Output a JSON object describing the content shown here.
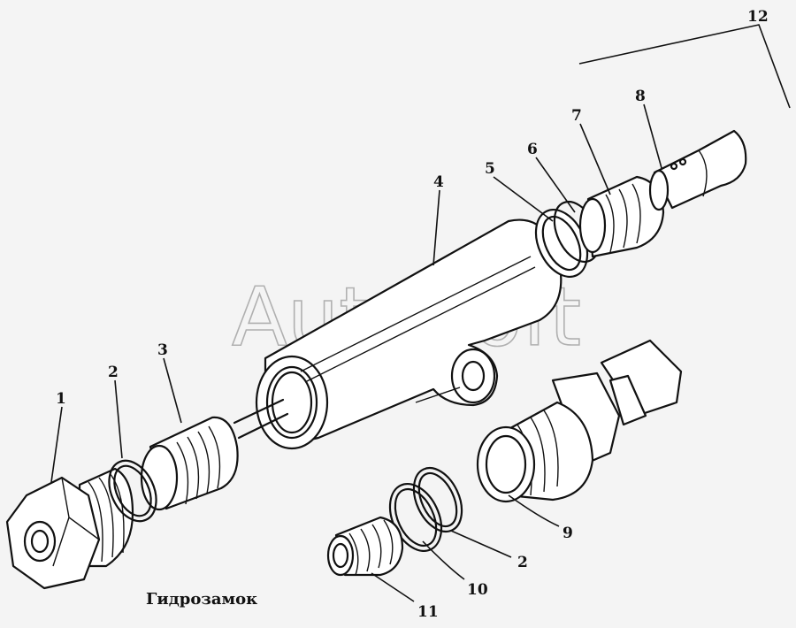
{
  "caption": "Гидрозамок",
  "watermark": "AutoSoft",
  "callouts": [
    {
      "id": "c1",
      "text": "1"
    },
    {
      "id": "c2a",
      "text": "2"
    },
    {
      "id": "c3",
      "text": "3"
    },
    {
      "id": "c4",
      "text": "4"
    },
    {
      "id": "c5",
      "text": "5"
    },
    {
      "id": "c6",
      "text": "6"
    },
    {
      "id": "c7",
      "text": "7"
    },
    {
      "id": "c8",
      "text": "8"
    },
    {
      "id": "c9",
      "text": "9"
    },
    {
      "id": "c2b",
      "text": "2"
    },
    {
      "id": "c10",
      "text": "10"
    },
    {
      "id": "c11",
      "text": "11"
    },
    {
      "id": "c12",
      "text": "12"
    }
  ]
}
